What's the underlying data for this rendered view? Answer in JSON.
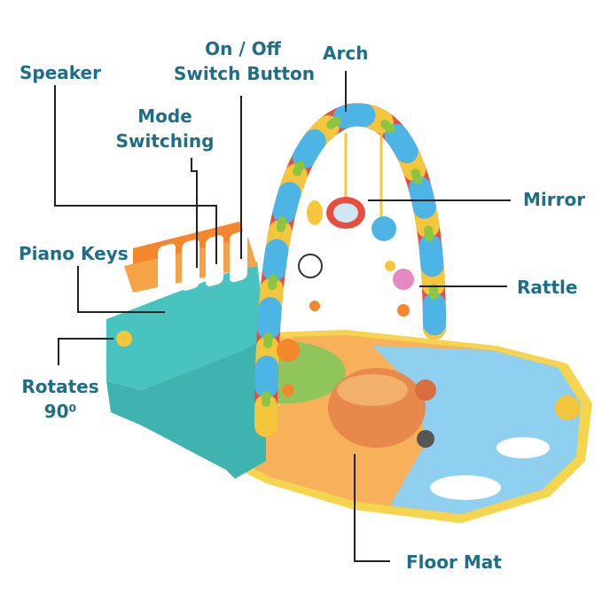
{
  "labels": {
    "speaker": "Speaker",
    "on_off_line1": "On / Off",
    "on_off_line2": "Switch Button",
    "arch": "Arch",
    "mode_line1": "Mode",
    "mode_line2": "Switching",
    "mirror": "Mirror",
    "piano_keys": "Piano Keys",
    "rattle": "Rattle",
    "rotates_line1": "Rotates",
    "rotates_line2": "90⁰",
    "floor_mat": "Floor Mat"
  },
  "colors": {
    "label_text": "#1d6e86",
    "leader_line": "#222222",
    "teal_base": "#49c3bf",
    "orange_keys_top": "#f4862b",
    "mat_yellow": "#f4d54d",
    "mat_sky": "#8fd0f0"
  }
}
